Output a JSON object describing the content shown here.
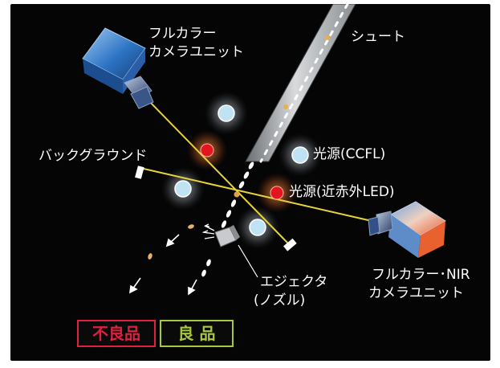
{
  "labels": {
    "camera_top": [
      "フルカラー",
      "カメラユニット"
    ],
    "chute": "シュート",
    "background": "バックグラウンド",
    "light_ccfl": "光源(CCFL)",
    "light_led": "光源(近赤外LED)",
    "ejector": [
      "エジェクタ",
      "(ノズル)"
    ],
    "camera_nir": [
      "フルカラー･NIR",
      "カメラユニット"
    ]
  },
  "tags": {
    "reject": "不良品",
    "good": "良 品"
  },
  "colors": {
    "background": "#050505",
    "beam": "#e6d23c",
    "reject": "#e02040",
    "good": "#a6c83a",
    "ccfl": "#bfe3f5",
    "led": "#e3151f",
    "camera_blue": "#2d73c4",
    "camera_orange": "#e8612f"
  }
}
